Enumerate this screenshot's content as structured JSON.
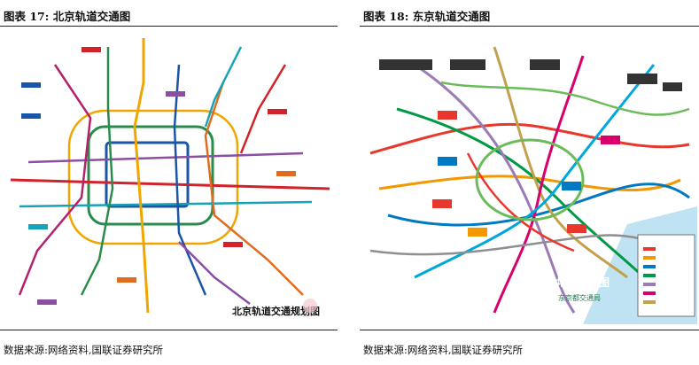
{
  "figures": [
    {
      "title": "图表 17:  北京轨道交通图",
      "map_label": "北京轨道交通规划图",
      "source": "数据来源:网络资料,国联证券研究所"
    },
    {
      "title": "图表 18:  东京轨道交通图",
      "map_label": "地铁路线图",
      "map_sublabel": "东京都交通局",
      "source": "数据来源:网络资料,国联证券研究所"
    }
  ],
  "colors": {
    "beijing_lines": [
      "#1a55a8",
      "#d2232a",
      "#2a8c4a",
      "#f0a500",
      "#8a4fa0",
      "#16a3b8",
      "#e06c1f",
      "#b5216a"
    ],
    "tokyo_lines": [
      "#e8372c",
      "#f39800",
      "#0079c2",
      "#00a7db",
      "#009944",
      "#9b7cb6",
      "#c3a14a",
      "#d7006c",
      "#8f8f8f",
      "#6cbb5a"
    ]
  }
}
